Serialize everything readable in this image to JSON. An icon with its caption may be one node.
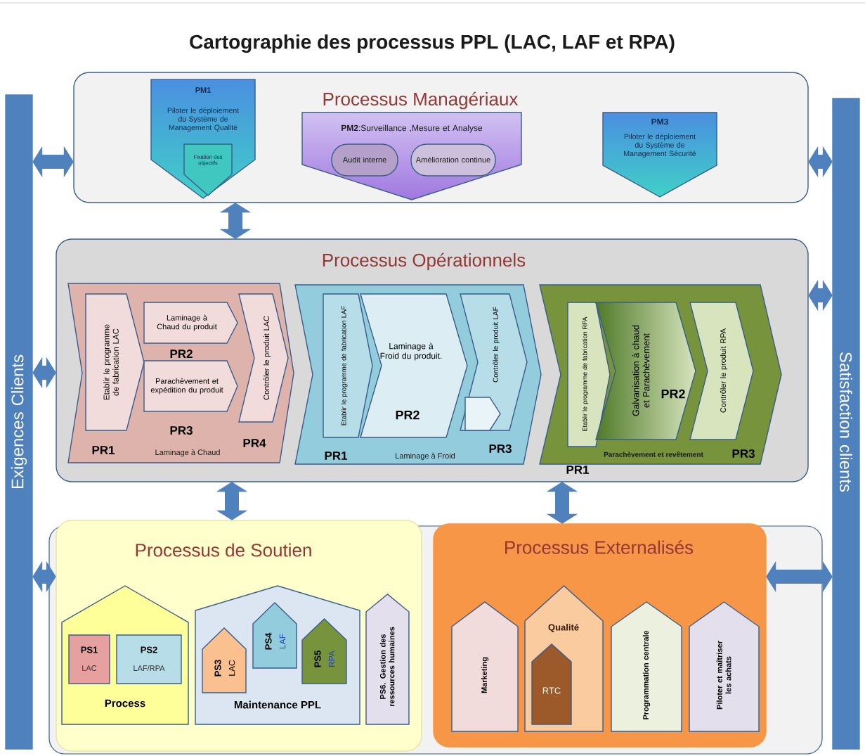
{
  "diagram": {
    "title": "Cartographie des processus PPL (LAC, LAF et RPA)",
    "nodes": [
      {
        "text": [
          "Exigences Clients"
        ]
      },
      {
        "text": [
          "Satisfaction clients"
        ]
      },
      {
        "text": [
          "Processus Managériaux"
        ]
      },
      {
        "text": [
          "PM1",
          "Piloter le déploiement du Système de Management Qualité"
        ],
        "in": 2
      },
      {
        "text": [
          "Fixation des objectifs"
        ],
        "in": 3
      },
      {
        "text": [
          "**PM2**:Surveillance ,Mesure et Analyse"
        ],
        "in": 2
      },
      {
        "text": [
          "Audit interne"
        ],
        "in": 5
      },
      {
        "text": [
          "Amélioration continue"
        ],
        "in": 5
      },
      {
        "text": [
          "PM3",
          "Piloter le déploiement du Système de Management Sécurité"
        ],
        "in": 2
      },
      {
        "text": [
          "Processus Opérationnels"
        ]
      },
      {
        "text": [
          "Laminage à Chaud"
        ],
        "in": 9
      },
      {
        "text": [
          "Etablir le programme de fabrication LAC"
        ],
        "beside": [
          "PR1"
        ],
        "in": 10
      },
      {
        "text": [
          "Laminage à Chaud du produit"
        ],
        "beside": [
          "PR2"
        ],
        "in": 10
      },
      {
        "text": [
          "Parachèvement et expédition du produit"
        ],
        "beside": [
          "PR3"
        ],
        "in": 10
      },
      {
        "text": [
          "Contrôler le produit LAC"
        ],
        "beside": [
          "PR4"
        ],
        "in": 10
      },
      {
        "text": [
          "Laminage à Froid"
        ],
        "in": 9
      },
      {
        "text": [
          "Etablir le programme de fabrication LAF"
        ],
        "beside": [
          "PR1"
        ],
        "in": 15
      },
      {
        "text": [
          "Laminage à Froid du produit.",
          "PR2"
        ],
        "in": 15
      },
      {
        "text": [
          "Contrôler le produit LAF"
        ],
        "beside": [
          "PR3"
        ],
        "in": 15
      },
      {
        "text": [],
        "shape": "pentagon",
        "in": 18
      },
      {
        "text": [
          "Parachèvement et revêtement"
        ],
        "in": 9
      },
      {
        "text": [
          "Etablir le programme de fabrication RPA"
        ],
        "beside": [
          "PR1"
        ],
        "in": 20
      },
      {
        "text": [
          "Galvanisation à chaud et Parachèvement",
          "PR2"
        ],
        "in": 20
      },
      {
        "text": [
          "Contrôler le produit RPA"
        ],
        "beside": [
          "PR3"
        ],
        "in": 20
      },
      {
        "text": [
          "Processus de Soutien"
        ]
      },
      {
        "text": [
          "Process"
        ],
        "in": 24
      },
      {
        "text": [
          "PS1",
          "LAC"
        ],
        "in": 25
      },
      {
        "text": [
          "PS2",
          "LAF/RPA"
        ],
        "in": 25
      },
      {
        "text": [
          "Maintenance PPL"
        ],
        "in": 24
      },
      {
        "text": [
          "PS3",
          "LAC"
        ],
        "in": 28
      },
      {
        "text": [
          "PS4",
          "LAF"
        ],
        "in": 28
      },
      {
        "text": [
          "PS5",
          "RPA"
        ],
        "in": 28
      },
      {
        "text": [
          "PS6. Gestion des ressources humaines"
        ],
        "in": 24
      },
      {
        "text": [
          "Processus Externalisés"
        ]
      },
      {
        "text": [
          "Marketing"
        ],
        "in": 33
      },
      {
        "text": [
          "Qualité"
        ],
        "in": 33
      },
      {
        "text": [
          "RTC"
        ],
        "in": 35
      },
      {
        "text": [
          "Programmation centrale"
        ],
        "in": 33
      },
      {
        "text": [
          "Piloter et maîtriser les achats"
        ],
        "in": 33
      }
    ],
    "edges": [
      {
        "from": 0,
        "to": 2,
        "arrow": "both"
      },
      {
        "from": 0,
        "to": 9,
        "arrow": "both"
      },
      {
        "from": 0,
        "to": 24,
        "arrow": "both"
      },
      {
        "from": 2,
        "to": 1,
        "arrow": "both"
      },
      {
        "from": 9,
        "to": 1,
        "arrow": "both"
      },
      {
        "from": 33,
        "to": 1,
        "arrow": "both"
      },
      {
        "from": 2,
        "to": 9,
        "arrow": "both"
      },
      {
        "from": 9,
        "to": 24,
        "arrow": "both"
      },
      {
        "from": 9,
        "to": 33,
        "arrow": "both"
      }
    ]
  }
}
